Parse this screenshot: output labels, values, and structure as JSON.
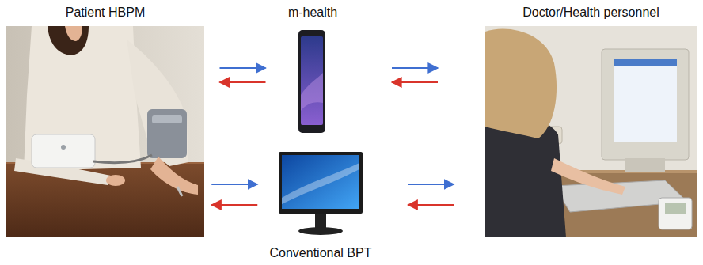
{
  "diagram": {
    "nodes": [
      {
        "text": [
          "Patient HBPM"
        ]
      },
      {
        "text": [
          "m-health"
        ]
      },
      {
        "text": [
          "Doctor/Health personnel"
        ]
      },
      {
        "text": [
          "Conventional BPT"
        ]
      }
    ],
    "edges": [
      {
        "from": 0,
        "to": 1,
        "arrow": "to"
      },
      {
        "from": 1,
        "to": 0,
        "arrow": "to"
      },
      {
        "from": 1,
        "to": 2,
        "arrow": "to"
      },
      {
        "from": 2,
        "to": 1,
        "arrow": "to"
      },
      {
        "from": 0,
        "to": 3,
        "arrow": "to"
      },
      {
        "from": 3,
        "to": 0,
        "arrow": "to"
      },
      {
        "from": 3,
        "to": 2,
        "arrow": "to"
      },
      {
        "from": 2,
        "to": 3,
        "arrow": "to"
      }
    ]
  }
}
